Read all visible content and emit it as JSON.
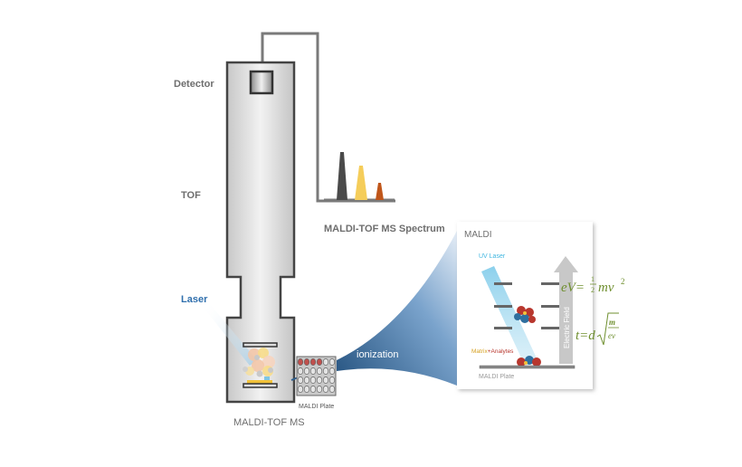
{
  "labels": {
    "detector": "Detector",
    "tof": "TOF",
    "laser": "Laser",
    "instrument": "MALDI-TOF MS",
    "spectrum": "MALDI-TOF MS Spectrum",
    "ionization": "ionization",
    "plate": "MALDI Plate"
  },
  "inset": {
    "title": "MALDI",
    "uv_laser": "UV Laser",
    "matrix": "Matrix",
    "plus": "+",
    "analytes": "Analytes",
    "plate": "MALDI Plate",
    "field": "Electric Field",
    "eq1_lhs": "eV=",
    "eq1_num": "1",
    "eq1_den": "2",
    "eq1_rhs": "mv",
    "eq1_exp": "2",
    "eq2_lhs": "t=d",
    "eq2_num": "m",
    "eq2_den": "ev"
  },
  "colors": {
    "laser": "#2f6fad",
    "equation": "#6f8f2f",
    "peak1": "#4a4a4a",
    "peak2": "#f5cd5a",
    "peak3": "#c0561a",
    "ionization_funnel": "#2e5f8f"
  }
}
